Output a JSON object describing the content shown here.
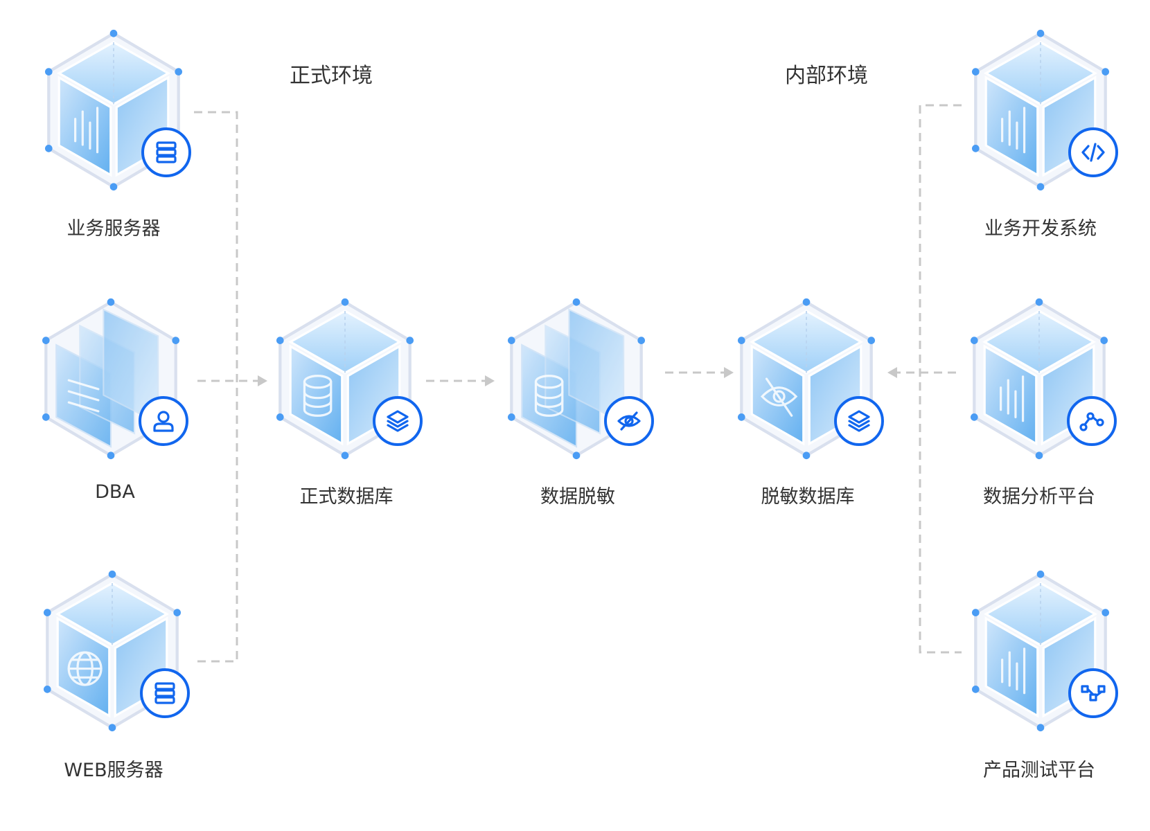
{
  "headings": {
    "production_env": "正式环境",
    "internal_env": "内部环境"
  },
  "nodes": {
    "business_server": {
      "label": "业务服务器",
      "icon": "chart-bars-icon",
      "badge": "server-stack-icon"
    },
    "dba": {
      "label": "DBA",
      "icon": "text-lines-icon",
      "badge": "user-icon"
    },
    "web_server": {
      "label": "WEB服务器",
      "icon": "globe-icon",
      "badge": "server-stack-icon"
    },
    "production_db": {
      "label": "正式数据库",
      "icon": "database-icon",
      "badge": "layers-icon"
    },
    "data_masking": {
      "label": "数据脱敏",
      "icon": "database-icon",
      "badge": "eye-off-icon"
    },
    "masked_db": {
      "label": "脱敏数据库",
      "icon": "eye-off-icon",
      "badge": "layers-icon"
    },
    "business_dev": {
      "label": "业务开发系统",
      "icon": "chart-bars-icon",
      "badge": "code-icon"
    },
    "data_analysis": {
      "label": "数据分析平台",
      "icon": "chart-bars-icon",
      "badge": "line-graph-icon"
    },
    "product_test": {
      "label": "产品测试平台",
      "icon": "chart-bars-icon",
      "badge": "flow-icon"
    }
  },
  "colors": {
    "accent": "#1166ee",
    "cube_face": "#63b0f0",
    "cube_top": "#9fd0f8",
    "frame": "#d9e0ee",
    "connector": "#c8c8c8"
  }
}
